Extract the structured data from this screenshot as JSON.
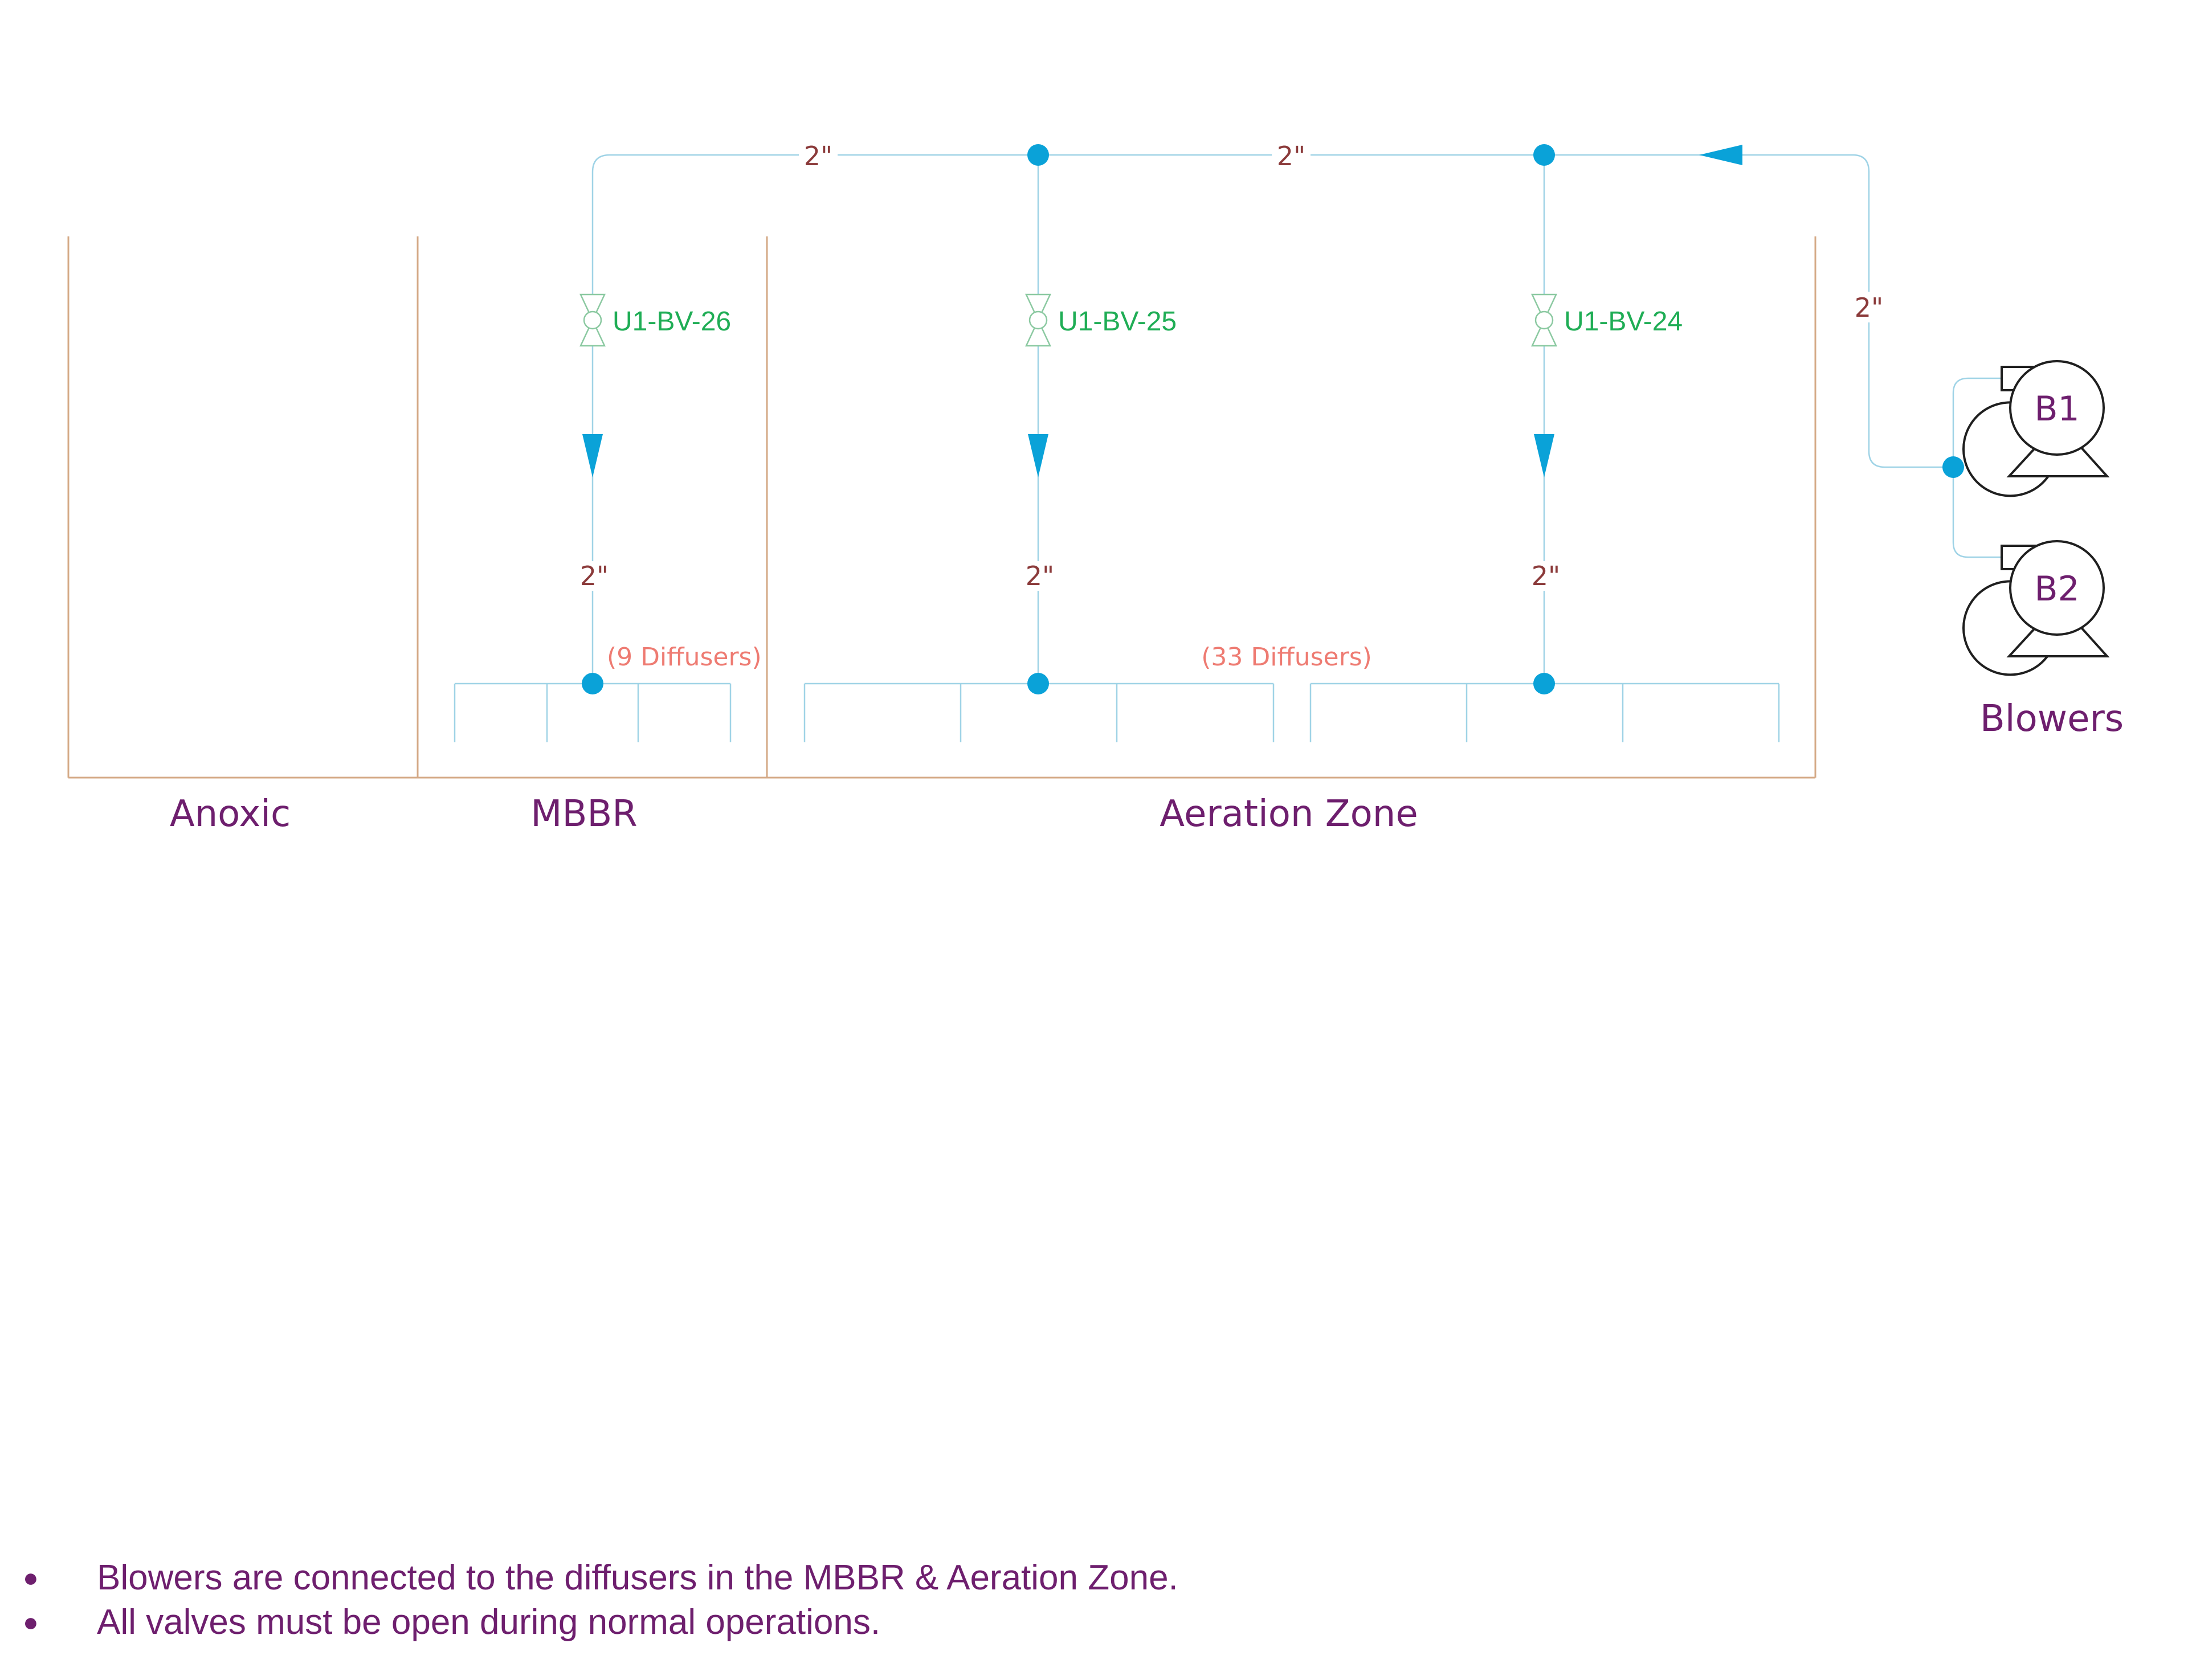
{
  "colors": {
    "pipe": "#9fd3e6",
    "flow_arrow": "#0aa2d8",
    "tank_wall": "#d4a986",
    "valve": "#8bc9a1",
    "valve_label": "#1fad55",
    "pipe_size_label": "#8b3a3a",
    "diffuser_label": "#ee7b72",
    "zone_label": "#6e1f6e"
  },
  "pipe_sizes": {
    "header_left": "2\"",
    "header_mid": "2\"",
    "riser": "2\"",
    "drop_mbbr": "2\"",
    "drop_aer1": "2\"",
    "drop_aer2": "2\""
  },
  "valves": [
    {
      "id": "U1-BV-26"
    },
    {
      "id": "U1-BV-25"
    },
    {
      "id": "U1-BV-24"
    }
  ],
  "diffusers": {
    "mbbr": "(9 Diffusers)",
    "aeration": "(33 Diffusers)"
  },
  "zones": {
    "anoxic": "Anoxic",
    "mbbr": "MBBR",
    "aeration": "Aeration Zone"
  },
  "blowers": {
    "b1": "B1",
    "b2": "B2",
    "group_label": "Blowers"
  },
  "notes": [
    "Blowers are connected to the diffusers in the MBBR & Aeration Zone.",
    "All valves must be open during normal operations."
  ]
}
